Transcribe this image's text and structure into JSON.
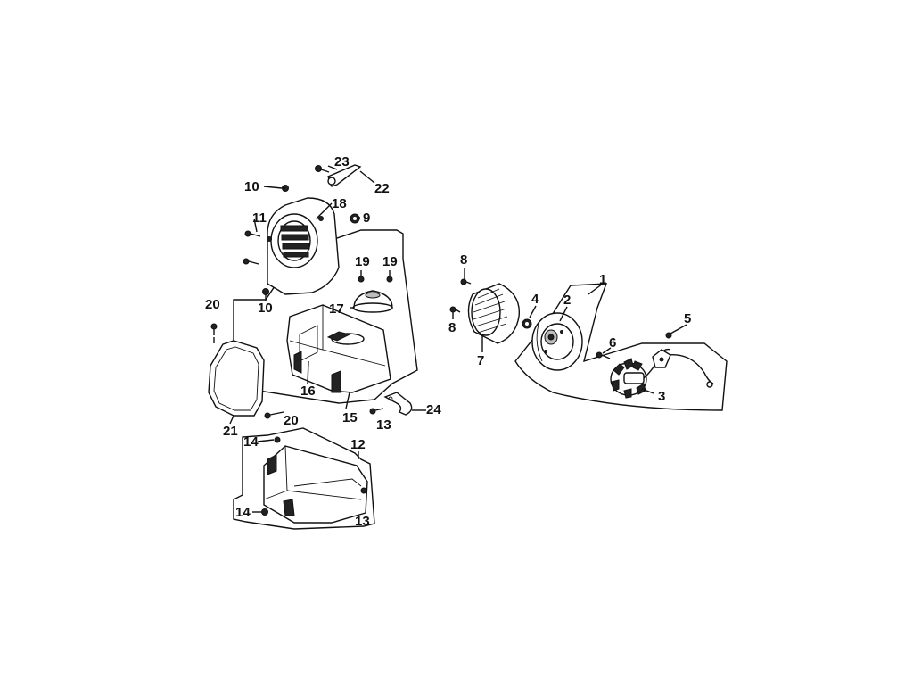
{
  "diagram": {
    "callouts": {
      "c1": "1",
      "c2": "2",
      "c3": "3",
      "c4": "4",
      "c5": "5",
      "c6": "6",
      "c7": "7",
      "c8a": "8",
      "c8b": "8",
      "c9": "9",
      "c10a": "10",
      "c10b": "10",
      "c11": "11",
      "c12": "12",
      "c13a": "13",
      "c13b": "13",
      "c14a": "14",
      "c14b": "14",
      "c15": "15",
      "c16": "16",
      "c17": "17",
      "c18": "18",
      "c19a": "19",
      "c19b": "19",
      "c20a": "20",
      "c20b": "20",
      "c21": "21",
      "c22": "22",
      "c23": "23",
      "c24": "24"
    },
    "colors": {
      "ink": "#111111",
      "fill": "#ffffff",
      "shade": "#bdbdbd"
    }
  }
}
